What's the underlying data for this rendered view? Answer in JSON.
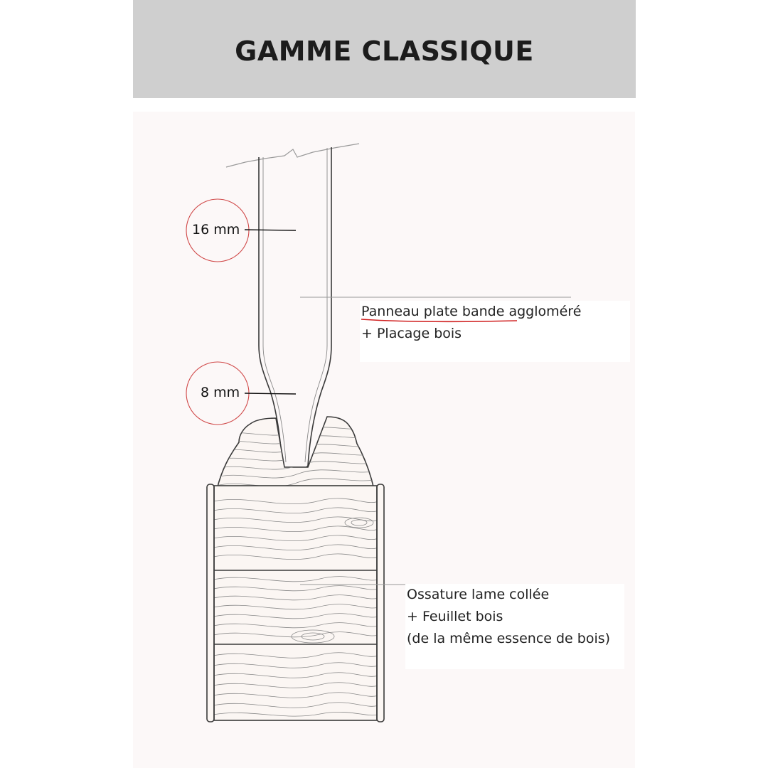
{
  "header": {
    "title": "GAMME CLASSIQUE"
  },
  "dimensions": {
    "panel_thickness": "16 mm",
    "tongue_thickness": "8 mm"
  },
  "callouts": {
    "panel": {
      "line1": "Panneau plate bande aggloméré",
      "line2": "+ Placage bois"
    },
    "frame": {
      "line1": "Ossature lame collée",
      "line2": "+ Feuillet bois",
      "line3": "(de la même essence de bois)"
    }
  },
  "colors": {
    "header_bg": "#cfcfcf",
    "panel_bg": "#fcf8f8",
    "circle_stroke": "#d04848",
    "underline": "#d02020",
    "wood_line": "#555555"
  }
}
